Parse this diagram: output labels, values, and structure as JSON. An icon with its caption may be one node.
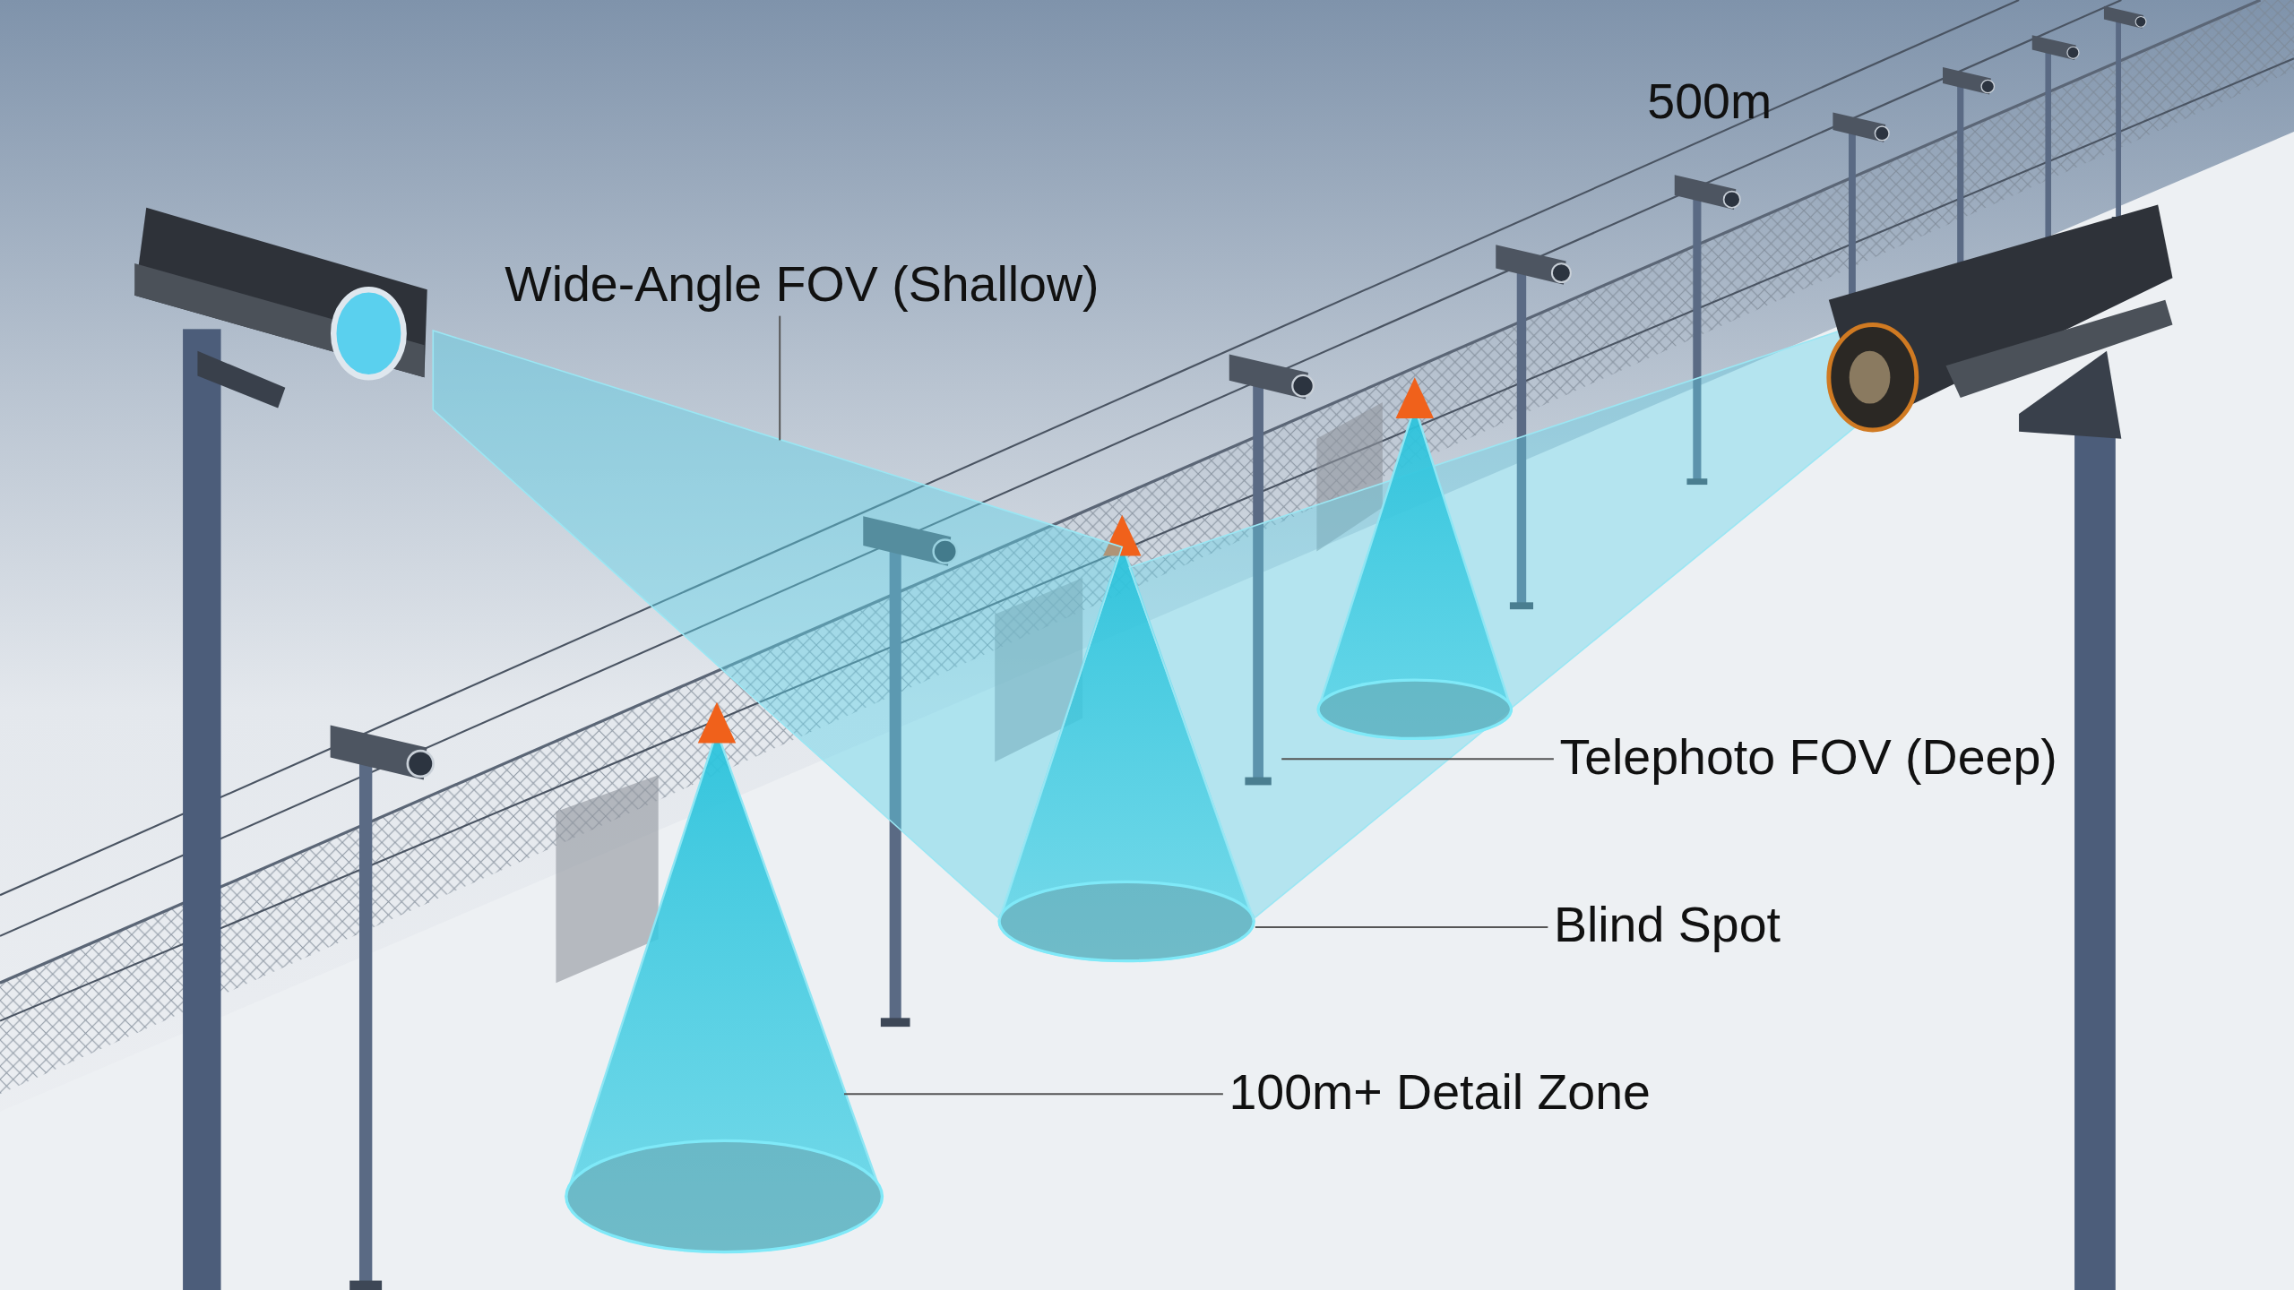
{
  "diagram": {
    "nodes": [
      {
        "text": [
          "Wide-Angle FOV (Shallow)"
        ]
      },
      {
        "text": [
          "Telephoto FOV (Deep)"
        ]
      },
      {
        "text": [
          "Blind Spot"
        ]
      },
      {
        "text": [
          "100m+ Detail Zone"
        ]
      },
      {
        "text": [],
        "shape": "beam"
      },
      {
        "text": [],
        "shape": "beam"
      },
      {
        "text": [],
        "shape": "cone"
      },
      {
        "text": [],
        "shape": "cone"
      }
    ],
    "edges": [
      {
        "from": 0,
        "to": 4,
        "arrow": "none"
      },
      {
        "from": 1,
        "to": 5,
        "arrow": "none"
      },
      {
        "from": 2,
        "to": 7,
        "arrow": "none"
      },
      {
        "from": 3,
        "to": 6,
        "arrow": "none"
      }
    ],
    "labels": [
      "500m"
    ]
  }
}
